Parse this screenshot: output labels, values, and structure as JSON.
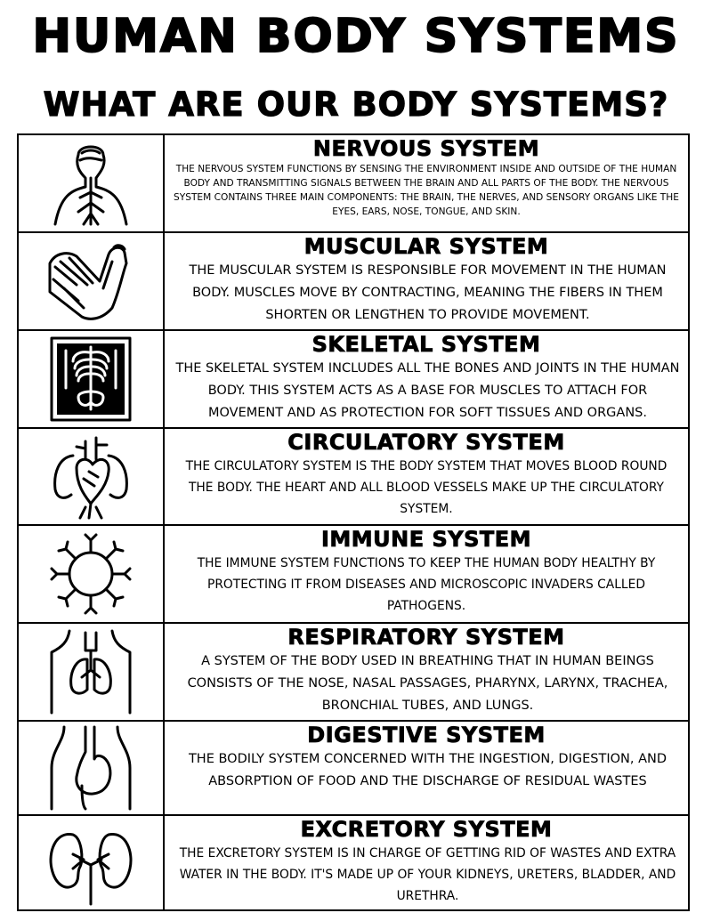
{
  "title": "HUMAN BODY SYSTEMS",
  "subtitle": "WHAT ARE OUR BODY SYSTEMS?",
  "systems": [
    {
      "name": "NERVOUS SYSTEM",
      "icon": "nervous-system-icon",
      "description": "THE NERVOUS SYSTEM FUNCTIONS BY SENSING THE ENVIRONMENT INSIDE AND OUTSIDE OF THE HUMAN BODY AND TRANSMITTING SIGNALS BETWEEN THE BRAIN AND ALL PARTS OF THE BODY. THE NERVOUS SYSTEM CONTAINS THREE MAIN COMPONENTS: THE BRAIN, THE NERVES, AND SENSORY ORGANS LIKE THE EYES, EARS, NOSE, TONGUE, AND SKIN."
    },
    {
      "name": "MUSCULAR SYSTEM",
      "icon": "flexed-arm-muscle-icon",
      "description": "THE MUSCULAR SYSTEM IS RESPONSIBLE FOR MOVEMENT IN THE HUMAN BODY. MUSCLES MOVE BY CONTRACTING, MEANING THE FIBERS IN THEM SHORTEN OR LENGTHEN TO PROVIDE MOVEMENT."
    },
    {
      "name": "SKELETAL SYSTEM",
      "icon": "x-ray-skeleton-icon",
      "description": "THE SKELETAL SYSTEM INCLUDES ALL THE BONES AND JOINTS IN THE HUMAN BODY. THIS SYSTEM ACTS AS A BASE FOR MUSCLES TO ATTACH FOR MOVEMENT AND AS PROTECTION FOR SOFT TISSUES AND ORGANS."
    },
    {
      "name": "CIRCULATORY SYSTEM",
      "icon": "heart-lungs-icon",
      "description": "THE CIRCULATORY SYSTEM IS THE BODY SYSTEM THAT MOVES BLOOD ROUND THE BODY. THE HEART AND ALL BLOOD VESSELS MAKE UP THE CIRCULATORY SYSTEM."
    },
    {
      "name": "IMMUNE SYSTEM",
      "icon": "antibody-cell-icon",
      "description": "THE IMMUNE SYSTEM FUNCTIONS TO KEEP THE HUMAN BODY HEALTHY BY PROTECTING IT FROM DISEASES AND MICROSCOPIC INVADERS CALLED PATHOGENS."
    },
    {
      "name": "RESPIRATORY SYSTEM",
      "icon": "lungs-torso-icon",
      "description": "A SYSTEM OF THE BODY USED IN BREATHING THAT IN HUMAN BEINGS CONSISTS OF THE NOSE, NASAL PASSAGES, PHARYNX, LARYNX, TRACHEA, BRONCHIAL TUBES, AND LUNGS."
    },
    {
      "name": "DIGESTIVE SYSTEM",
      "icon": "stomach-torso-icon",
      "description": "THE BODILY SYSTEM CONCERNED WITH THE INGESTION, DIGESTION, AND ABSORPTION OF FOOD AND THE DISCHARGE OF RESIDUAL WASTES"
    },
    {
      "name": "EXCRETORY SYSTEM",
      "icon": "kidneys-icon",
      "description": "THE EXCRETORY SYSTEM IS IN CHARGE OF GETTING RID OF WASTES AND EXTRA WATER IN THE BODY. IT'S MADE UP OF YOUR KIDNEYS, URETERS, BLADDER, AND URETHRA."
    }
  ]
}
